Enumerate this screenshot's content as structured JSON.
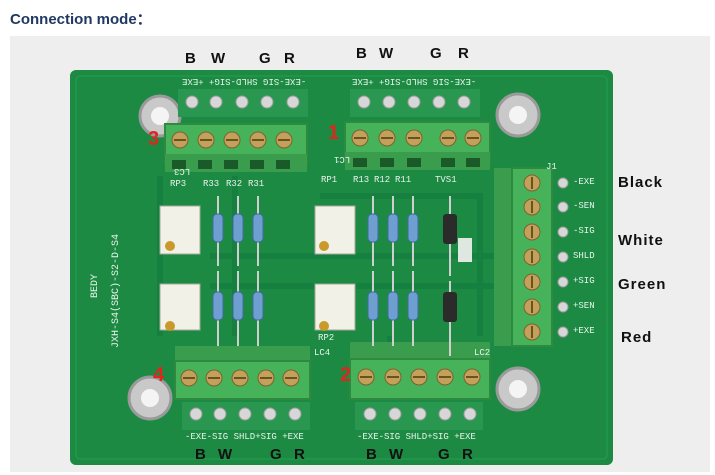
{
  "heading": "Connection mode：",
  "top_connectors": [
    {
      "id": "3",
      "labels": [
        "B",
        "W",
        "G",
        "R"
      ]
    },
    {
      "id": "1",
      "labels": [
        "B",
        "W",
        "G",
        "R"
      ]
    }
  ],
  "bottom_connectors": [
    {
      "id": "4",
      "labels": [
        "B",
        "W",
        "G",
        "R"
      ]
    },
    {
      "id": "2",
      "labels": [
        "B",
        "W",
        "G",
        "R"
      ]
    }
  ],
  "side_wires": [
    "Black",
    "White",
    "Green",
    "Red"
  ],
  "side_pins": [
    "-EXE",
    "-SEN",
    "-SIG",
    "SHLD",
    "+SIG",
    "+SEN",
    "+EXE"
  ],
  "silk_top": "-EXE-SIG SHLD-SIG+ +EXE",
  "silk_bottom": "-EXE-SIG SHLD+SIG +EXE",
  "silk_refs": {
    "rp3": "RP3",
    "r33": "R33",
    "r32": "R32",
    "r31": "R31",
    "rp1": "RP1",
    "r13": "R13",
    "r12": "R12",
    "r11": "R11",
    "tvs1": "TVS1",
    "lc1": "LC1",
    "lc2": "LC2",
    "lc4": "LC4",
    "rp2": "RP2",
    "lc3": "LC3",
    "j1": "J1"
  },
  "board_text": [
    "BEDY",
    "JXH-S4(SBC)-S2-D-S4"
  ],
  "colors": {
    "pcb": "#1d8a44",
    "pcb_dark": "#146b33",
    "terminal": "#46b25a",
    "terminal_dark": "#2f8a41",
    "heading": "#1f3864",
    "number": "#e0261c"
  }
}
